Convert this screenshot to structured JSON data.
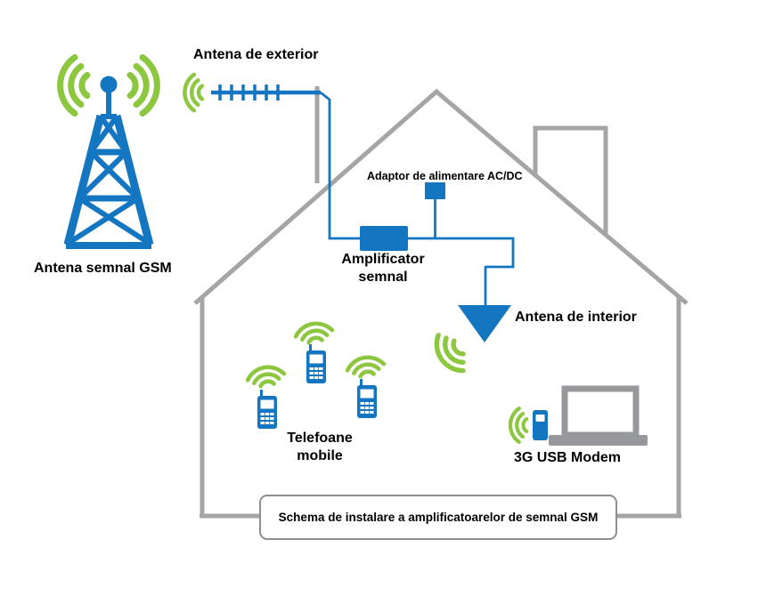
{
  "colors": {
    "blue": "#1476c1",
    "green": "#8dc63f",
    "gray": "#a5a5a5",
    "laptop": "#96989b",
    "text": "#000000"
  },
  "labels": {
    "gsm_tower": "Antena semnal GSM",
    "exterior_antenna": "Antena de exterior",
    "power_adapter": "Adaptor de alimentare AC/DC",
    "amplifier": {
      "line1": "Amplificator",
      "line2": "semnal"
    },
    "interior_antenna": "Antena de interior",
    "mobile_phones": {
      "line1": "Telefoane",
      "line2": "mobile"
    },
    "usb_modem": "3G USB Modem",
    "caption": "Schema de instalare a amplificatoarelor de semnal GSM"
  }
}
